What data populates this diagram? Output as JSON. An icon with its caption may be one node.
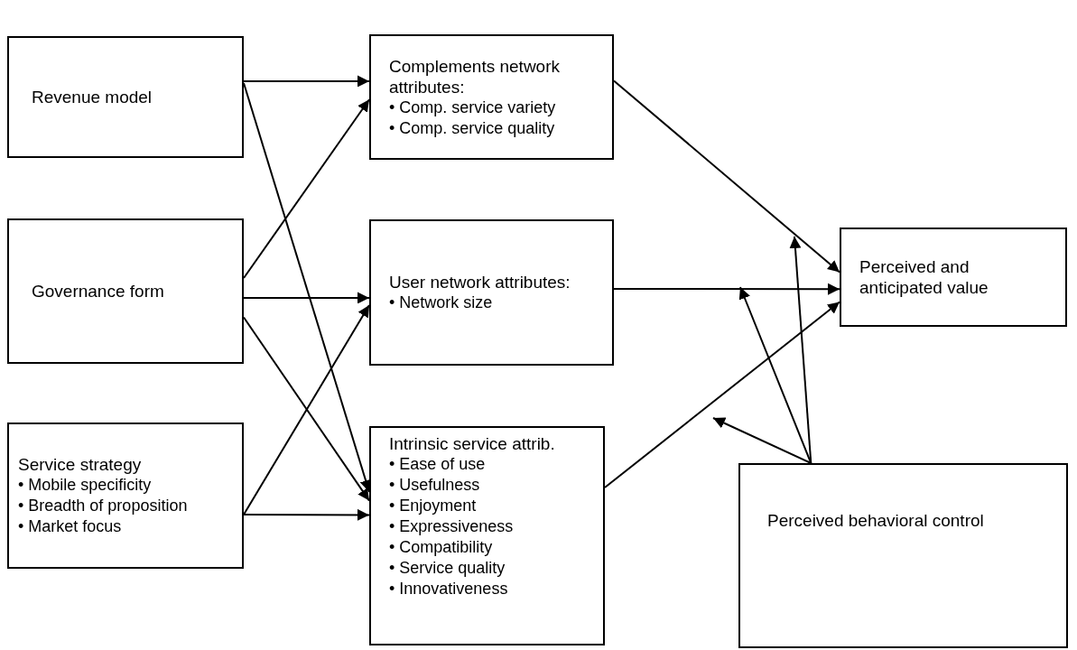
{
  "diagram": {
    "nodes": [
      {
        "text": [
          "Revenue model"
        ]
      },
      {
        "text": [
          "Governance form"
        ]
      },
      {
        "text": [
          "Service strategy",
          "• Mobile specificity",
          "• Breadth of proposition",
          "• Market focus"
        ]
      },
      {
        "text": [
          "Complements network attributes:",
          "• Comp. service variety",
          "• Comp. service quality"
        ]
      },
      {
        "text": [
          "User network attributes:",
          "• Network size"
        ]
      },
      {
        "text": [
          "Intrinsic service attrib.",
          "• Ease of use",
          "• Usefulness",
          "• Enjoyment",
          "• Expressiveness",
          "• Compatibility",
          "• Service quality",
          "• Innovativeness"
        ]
      },
      {
        "text": [
          "Perceived and anticipated value"
        ]
      },
      {
        "text": [
          "Perceived behavioral control"
        ]
      }
    ],
    "edges": [
      {
        "from": 0,
        "to": 3,
        "arrow": "to"
      },
      {
        "from": 0,
        "to": 5,
        "arrow": "to"
      },
      {
        "from": 1,
        "to": 3,
        "arrow": "to"
      },
      {
        "from": 1,
        "to": 4,
        "arrow": "to"
      },
      {
        "from": 1,
        "to": 5,
        "arrow": "to"
      },
      {
        "from": 2,
        "to": 4,
        "arrow": "to"
      },
      {
        "from": 2,
        "to": 5,
        "arrow": "to"
      },
      {
        "from": 3,
        "to": 6,
        "arrow": "to"
      },
      {
        "from": 4,
        "to": 6,
        "arrow": "to"
      },
      {
        "from": 5,
        "to": 6,
        "arrow": "to"
      },
      {
        "from": 7,
        "to": null,
        "arrow": "to"
      },
      {
        "from": 7,
        "to": null,
        "arrow": "to"
      },
      {
        "from": 7,
        "to": null,
        "arrow": "to"
      }
    ]
  }
}
